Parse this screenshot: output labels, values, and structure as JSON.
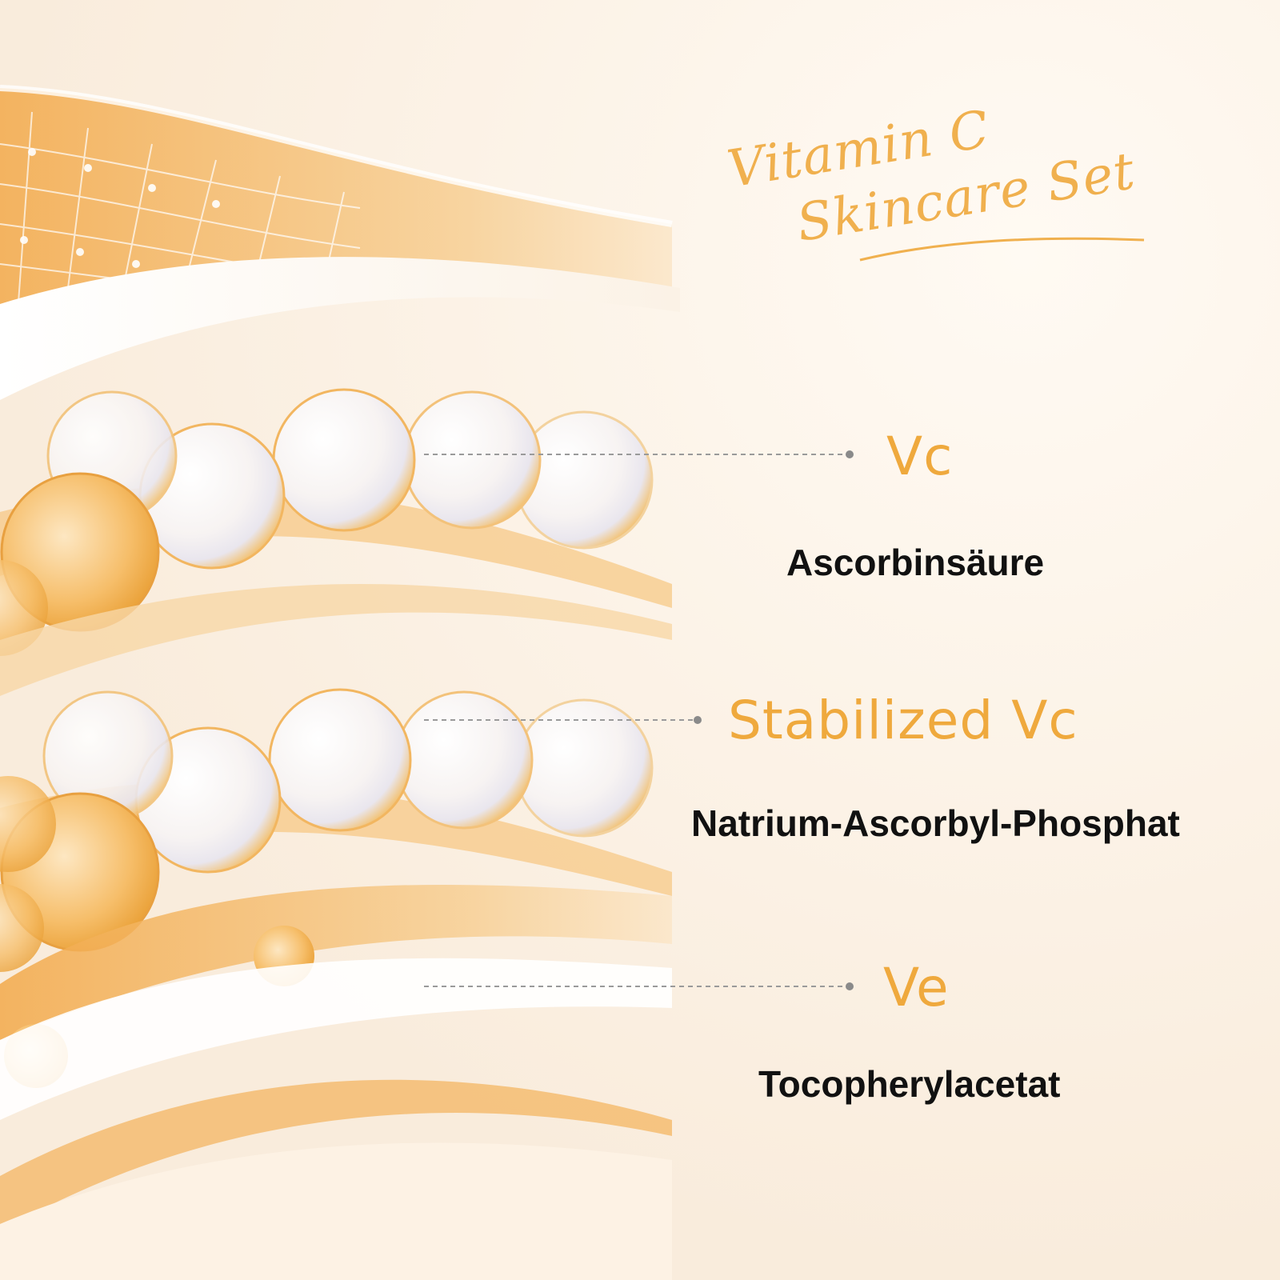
{
  "title": {
    "line1": "Vitamin C",
    "line2": "Skincare Set"
  },
  "ingredients": [
    {
      "label": "Vc",
      "name": "Ascorbinsäure"
    },
    {
      "label": "Stabilized Vc",
      "name": "Natrium-Ascorbyl-Phosphat"
    },
    {
      "label": "Ve",
      "name": "Tocopherylacetat"
    }
  ],
  "colors": {
    "accent": "#efa93d",
    "background": "#fbf3e8",
    "text": "#111111"
  }
}
